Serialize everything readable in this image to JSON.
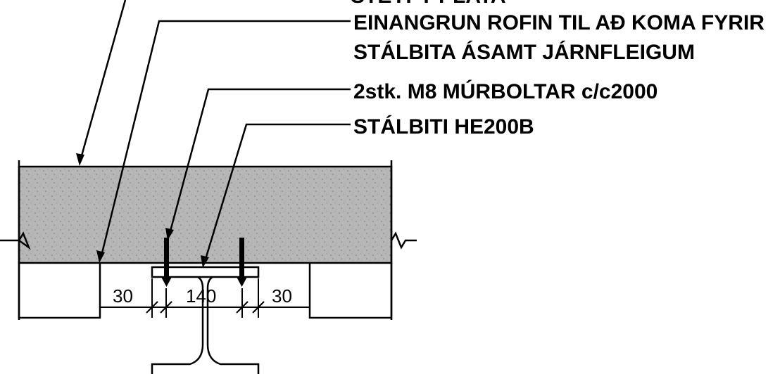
{
  "labels": {
    "top_partial": "STEYPT PLATA",
    "insulation_line1": "EINANGRUN ROFIN TIL AÐ KOMA FYRIR",
    "insulation_line2": "STÁLBITA ÁSAMT JÁRNFLEIGUM",
    "bolts": "2stk. M8 MÚRBOLTAR c/c2000",
    "beam": "STÁLBITI HE200B"
  },
  "dimensions": {
    "left": "30",
    "middle": "140",
    "right": "30"
  },
  "colors": {
    "ink": "#000000",
    "concrete_fill": "#b8b8b8",
    "background": "#ffffff"
  }
}
